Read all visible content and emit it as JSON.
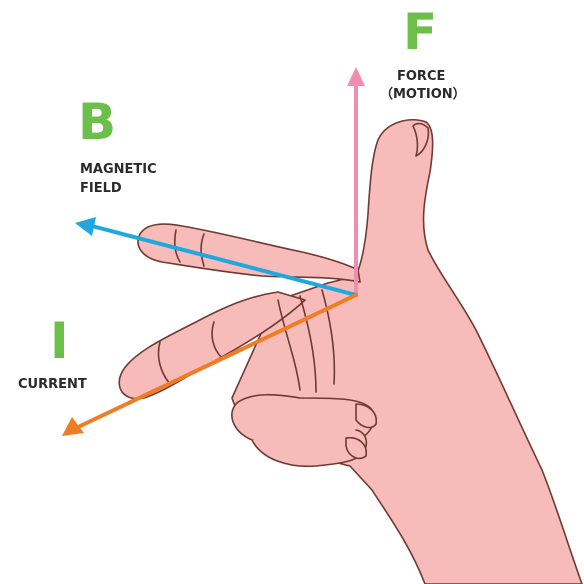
{
  "labels": {
    "force": {
      "letter": "F",
      "caption_line1": "FORCE",
      "caption_line2": "（MOTION）"
    },
    "field": {
      "letter": "B",
      "caption_line1": "MAGNETIC",
      "caption_line2": "FIELD"
    },
    "current": {
      "letter": "I",
      "caption_line1": "CURRENT"
    }
  },
  "colors": {
    "letter_green": "#6cc04a",
    "force_arrow": "#f08db0",
    "field_arrow": "#1fa7e0",
    "current_arrow": "#ee7d24",
    "skin": "#f7bcb9",
    "skin_outline": "#6e3a32"
  }
}
